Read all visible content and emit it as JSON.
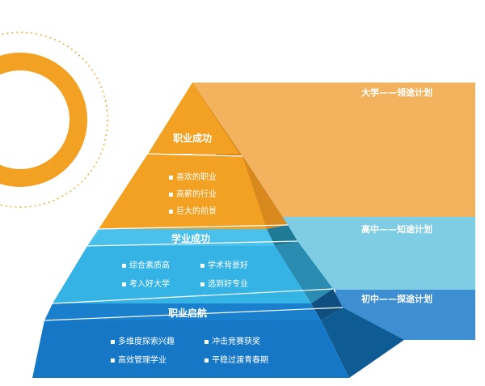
{
  "colors": {
    "orange": "#F2A122",
    "orange_dark": "#C9791A",
    "band_orange": "#F2B25E",
    "cyan": "#34B3E4",
    "cyan_band": "#56C6EC",
    "blue": "#1577C6",
    "blue_band": "#3D8FD2"
  },
  "pyramid": {
    "top": {
      "title": "职业成功",
      "items": [
        "▪ 喜欢的职业",
        "▪ 高薪的行业",
        "▪ 巨大的前景"
      ]
    },
    "middle": {
      "title": "学业成功",
      "items": [
        "▪ 综合素质高",
        "▪ 学术背景好",
        "▪ 考入好大学",
        "▪ 选到好专业"
      ]
    },
    "bottom": {
      "title": "职业启航",
      "items": [
        "▪ 多维度探索兴趣",
        "▪ 冲击竞赛获奖",
        "▪ 高效管理学业",
        "▪ 平稳过渡青春期"
      ]
    }
  },
  "bands": {
    "university": "大学——领途计划",
    "senior_high": "高中——知途计划",
    "junior_high": "初中——探途计划"
  }
}
